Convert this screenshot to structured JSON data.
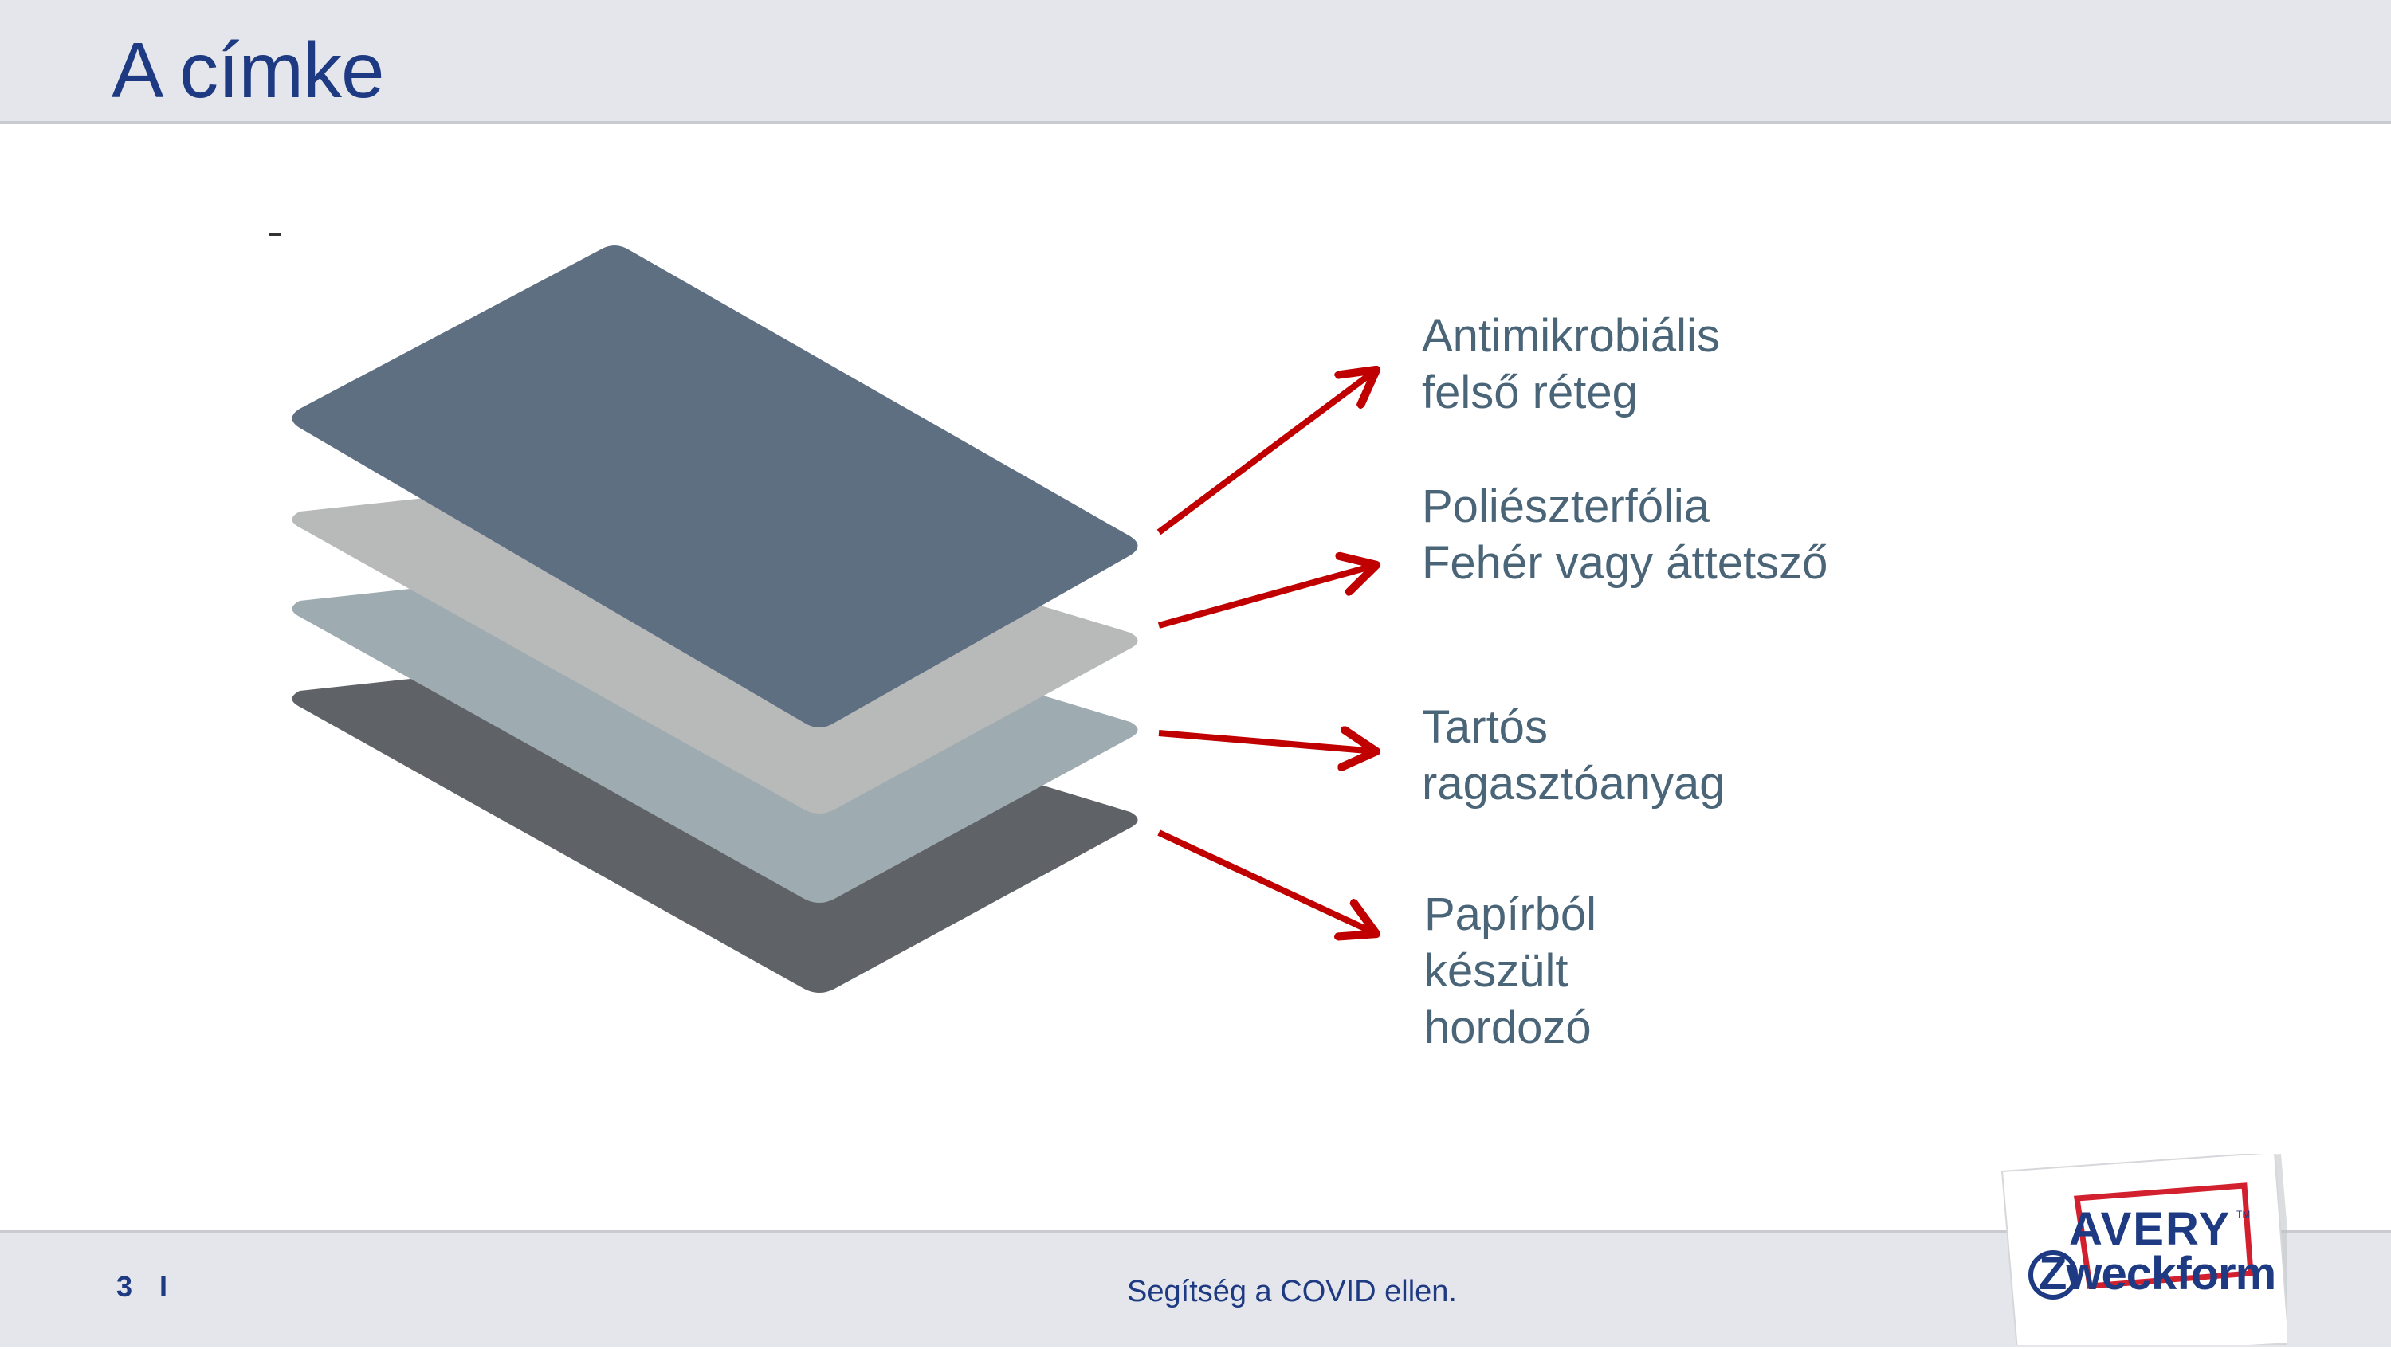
{
  "header": {
    "title": "A címke"
  },
  "diagram": {
    "layers": [
      {
        "name": "Antimikrobiális felső réteg",
        "lines": [
          "Antimikrobiális",
          "felső réteg"
        ],
        "color": "#5e6f82"
      },
      {
        "name": "Poliészterfólia Fehér vagy áttetsző",
        "lines": [
          "Poliészterfólia",
          "Fehér vagy áttetsző"
        ],
        "color": "#b8b9b9"
      },
      {
        "name": "Tartós ragasztóanyag",
        "lines": [
          "Tartós",
          "ragasztóanyag"
        ],
        "color": "#9eabb1"
      },
      {
        "name": "Papírból készült hordozó",
        "lines": [
          "Papírból",
          "készült",
          "hordozó"
        ],
        "color": "#5f6266"
      }
    ],
    "arrow_color": "#c00000",
    "label_color": "#4a6478"
  },
  "footer": {
    "page_number": "3",
    "separator": "I",
    "tagline": "Segítség a COVID ellen."
  },
  "logo": {
    "line1": "AVERY",
    "line2": "Zweckform",
    "trademark": "TM",
    "brand_color": "#1d3a82",
    "accent_color": "#d2202f"
  }
}
